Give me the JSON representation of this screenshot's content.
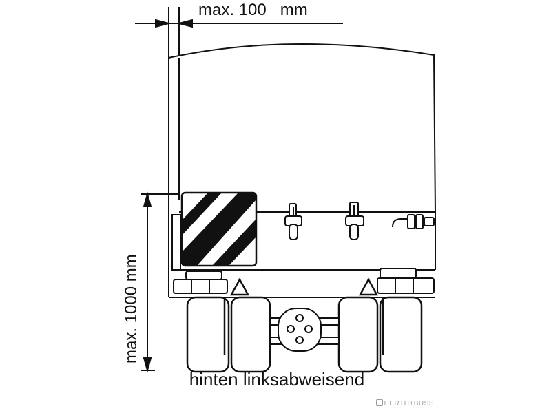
{
  "dimensions": {
    "top_label": "max. 100   mm",
    "side_label": "max. 1000 mm"
  },
  "caption": "hinten linksabweisend",
  "watermark": "HERTH+BUSS",
  "colors": {
    "ink": "#111111",
    "background": "#ffffff",
    "watermark": "#9a9a9a"
  }
}
